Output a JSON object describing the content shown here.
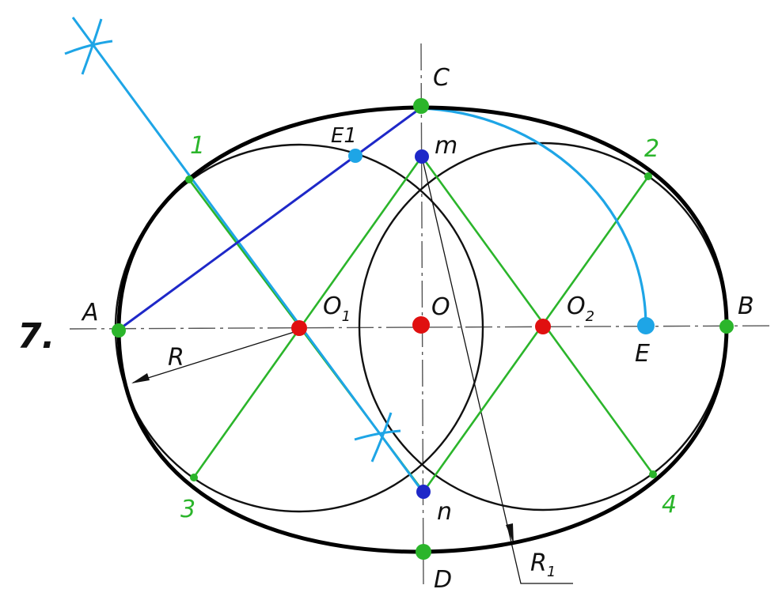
{
  "figure_number": "7.",
  "labels": {
    "A": "A",
    "B": "B",
    "C": "C",
    "D": "D",
    "E": "E",
    "E1": "E1",
    "O": "O",
    "O1_main": "O",
    "O1_sub": "1",
    "O2_main": "O",
    "O2_sub": "2",
    "m": "m",
    "n": "n",
    "R": "R",
    "R1_main": "R",
    "R1_sub": "1"
  },
  "point_numbers": [
    "1",
    "2",
    "3",
    "4"
  ],
  "colors": {
    "outline": "#000000",
    "construction": "#2bb52b",
    "centers": "#e01010",
    "arc_points": "#1e28c8",
    "chord": "#1e28c8",
    "bisector": "#1ea5e6",
    "axis": "#555555"
  },
  "icons": [
    "bisector-mark-icon"
  ]
}
